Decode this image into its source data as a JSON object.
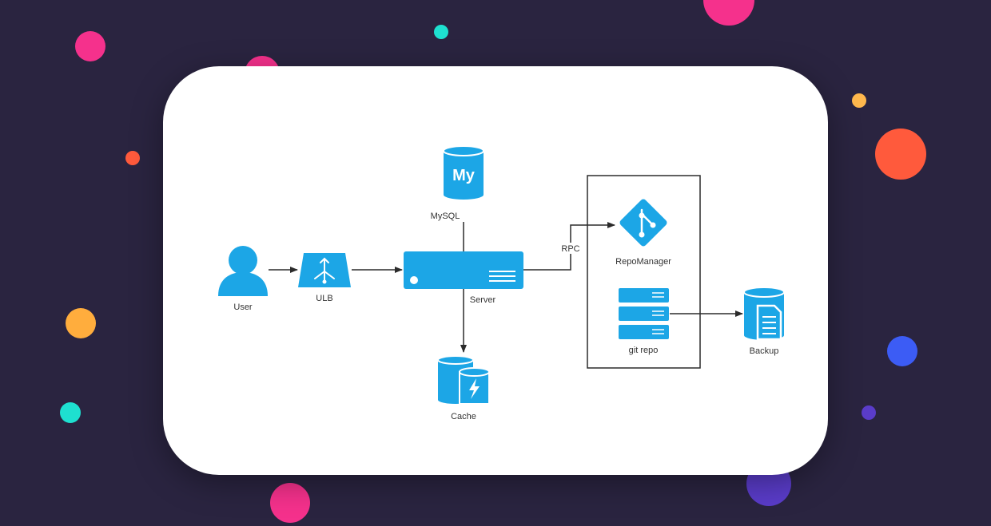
{
  "diagram": {
    "nodes": {
      "user": {
        "label": "User",
        "icon": "user-icon"
      },
      "ulb": {
        "label": "ULB",
        "icon": "load-balancer-icon"
      },
      "server": {
        "label": "Server",
        "icon": "server-icon"
      },
      "mysql": {
        "label": "MySQL",
        "icon": "mysql-database-icon",
        "badge": "My"
      },
      "cache": {
        "label": "Cache",
        "icon": "cache-database-icon"
      },
      "repomanager": {
        "label": "RepoManager",
        "icon": "git-icon"
      },
      "gitrepo": {
        "label": "git repo",
        "icon": "storage-stack-icon"
      },
      "backup": {
        "label": "Backup",
        "icon": "backup-database-icon"
      }
    },
    "edges": {
      "rpc": {
        "label": "RPC"
      }
    }
  },
  "colors": {
    "icon_blue": "#1ca6e6",
    "background": "#2a2440",
    "card": "#ffffff",
    "line": "#2b2b2b"
  }
}
